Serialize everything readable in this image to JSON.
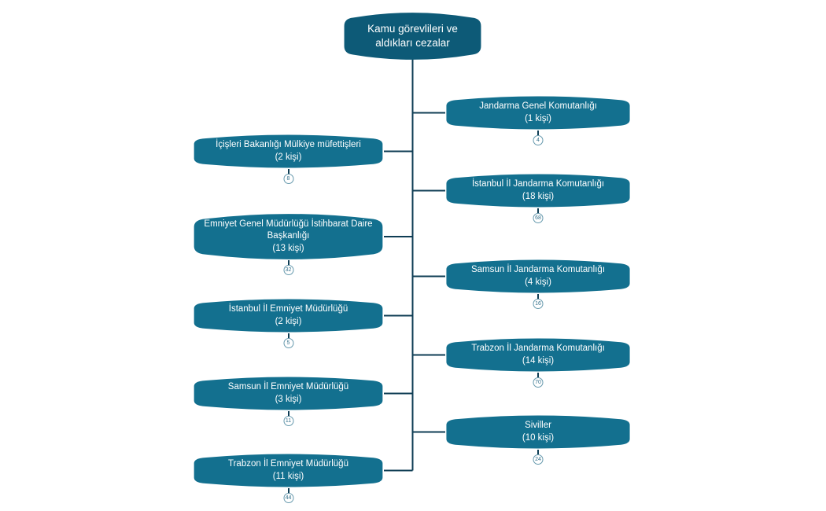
{
  "title": "Kamu görevlileri ve aldıkları cezalar",
  "root": {
    "label": "Kamu görevlileri ve aldıkları cezalar"
  },
  "left_nodes": [
    {
      "label": "İçişleri Bakanlığı Mülkiye müfettişleri",
      "count": "(2 kişi)",
      "badge": "8"
    },
    {
      "label": "Emniyet Genel Müdürlüğü İstihbarat Daire Başkanlığı",
      "count": "(13 kişi)",
      "badge": "32"
    },
    {
      "label": "İstanbul İl Emniyet Müdürlüğü",
      "count": "(2 kişi)",
      "badge": "5"
    },
    {
      "label": "Samsun İl Emniyet Müdürlüğü",
      "count": "(3 kişi)",
      "badge": "11"
    },
    {
      "label": "Trabzon İl Emniyet Müdürlüğü",
      "count": "(11 kişi)",
      "badge": "44"
    }
  ],
  "right_nodes": [
    {
      "label": "Jandarma Genel Komutanlığı",
      "count": "(1 kişi)",
      "badge": "4"
    },
    {
      "label": "İstanbul İl Jandarma Komutanlığı",
      "count": "(18 kişi)",
      "badge": "68"
    },
    {
      "label": "Samsun İl Jandarma Komutanlığı",
      "count": "(4 kişi)",
      "badge": "16"
    },
    {
      "label": "Trabzon İl Jandarma Komutanlığı",
      "count": "(14 kişi)",
      "badge": "70"
    },
    {
      "label": "Siviller",
      "count": "(10 kişi)",
      "badge": "24"
    }
  ],
  "colors": {
    "root_fill": "#0d5a77",
    "node_fill": "#13708f",
    "node_text": "#ffffff",
    "connector": "#0f3d54",
    "badge_border": "#6699ad",
    "badge_text": "#35718c"
  }
}
